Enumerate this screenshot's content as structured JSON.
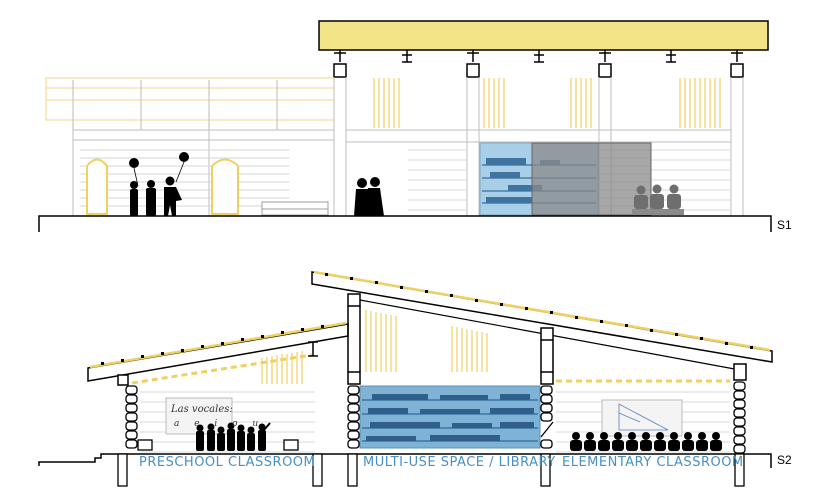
{
  "section_1": {
    "tag": "S1"
  },
  "section_2": {
    "tag": "S2",
    "rooms": {
      "preschool": "PRESCHOOL CLASSROOM",
      "library": "MULTI-USE SPACE / LIBRARY",
      "elementary": "ELEMENTARY CLASSROOM"
    },
    "chalkboard_title": "Las vocales:",
    "chalkboard_letters": "a e i o u"
  },
  "colors": {
    "accent_yellow": "#f3e487",
    "glass_blue": "#7fb3d5",
    "label_blue": "#4a8fc2",
    "ink": "#000000"
  }
}
